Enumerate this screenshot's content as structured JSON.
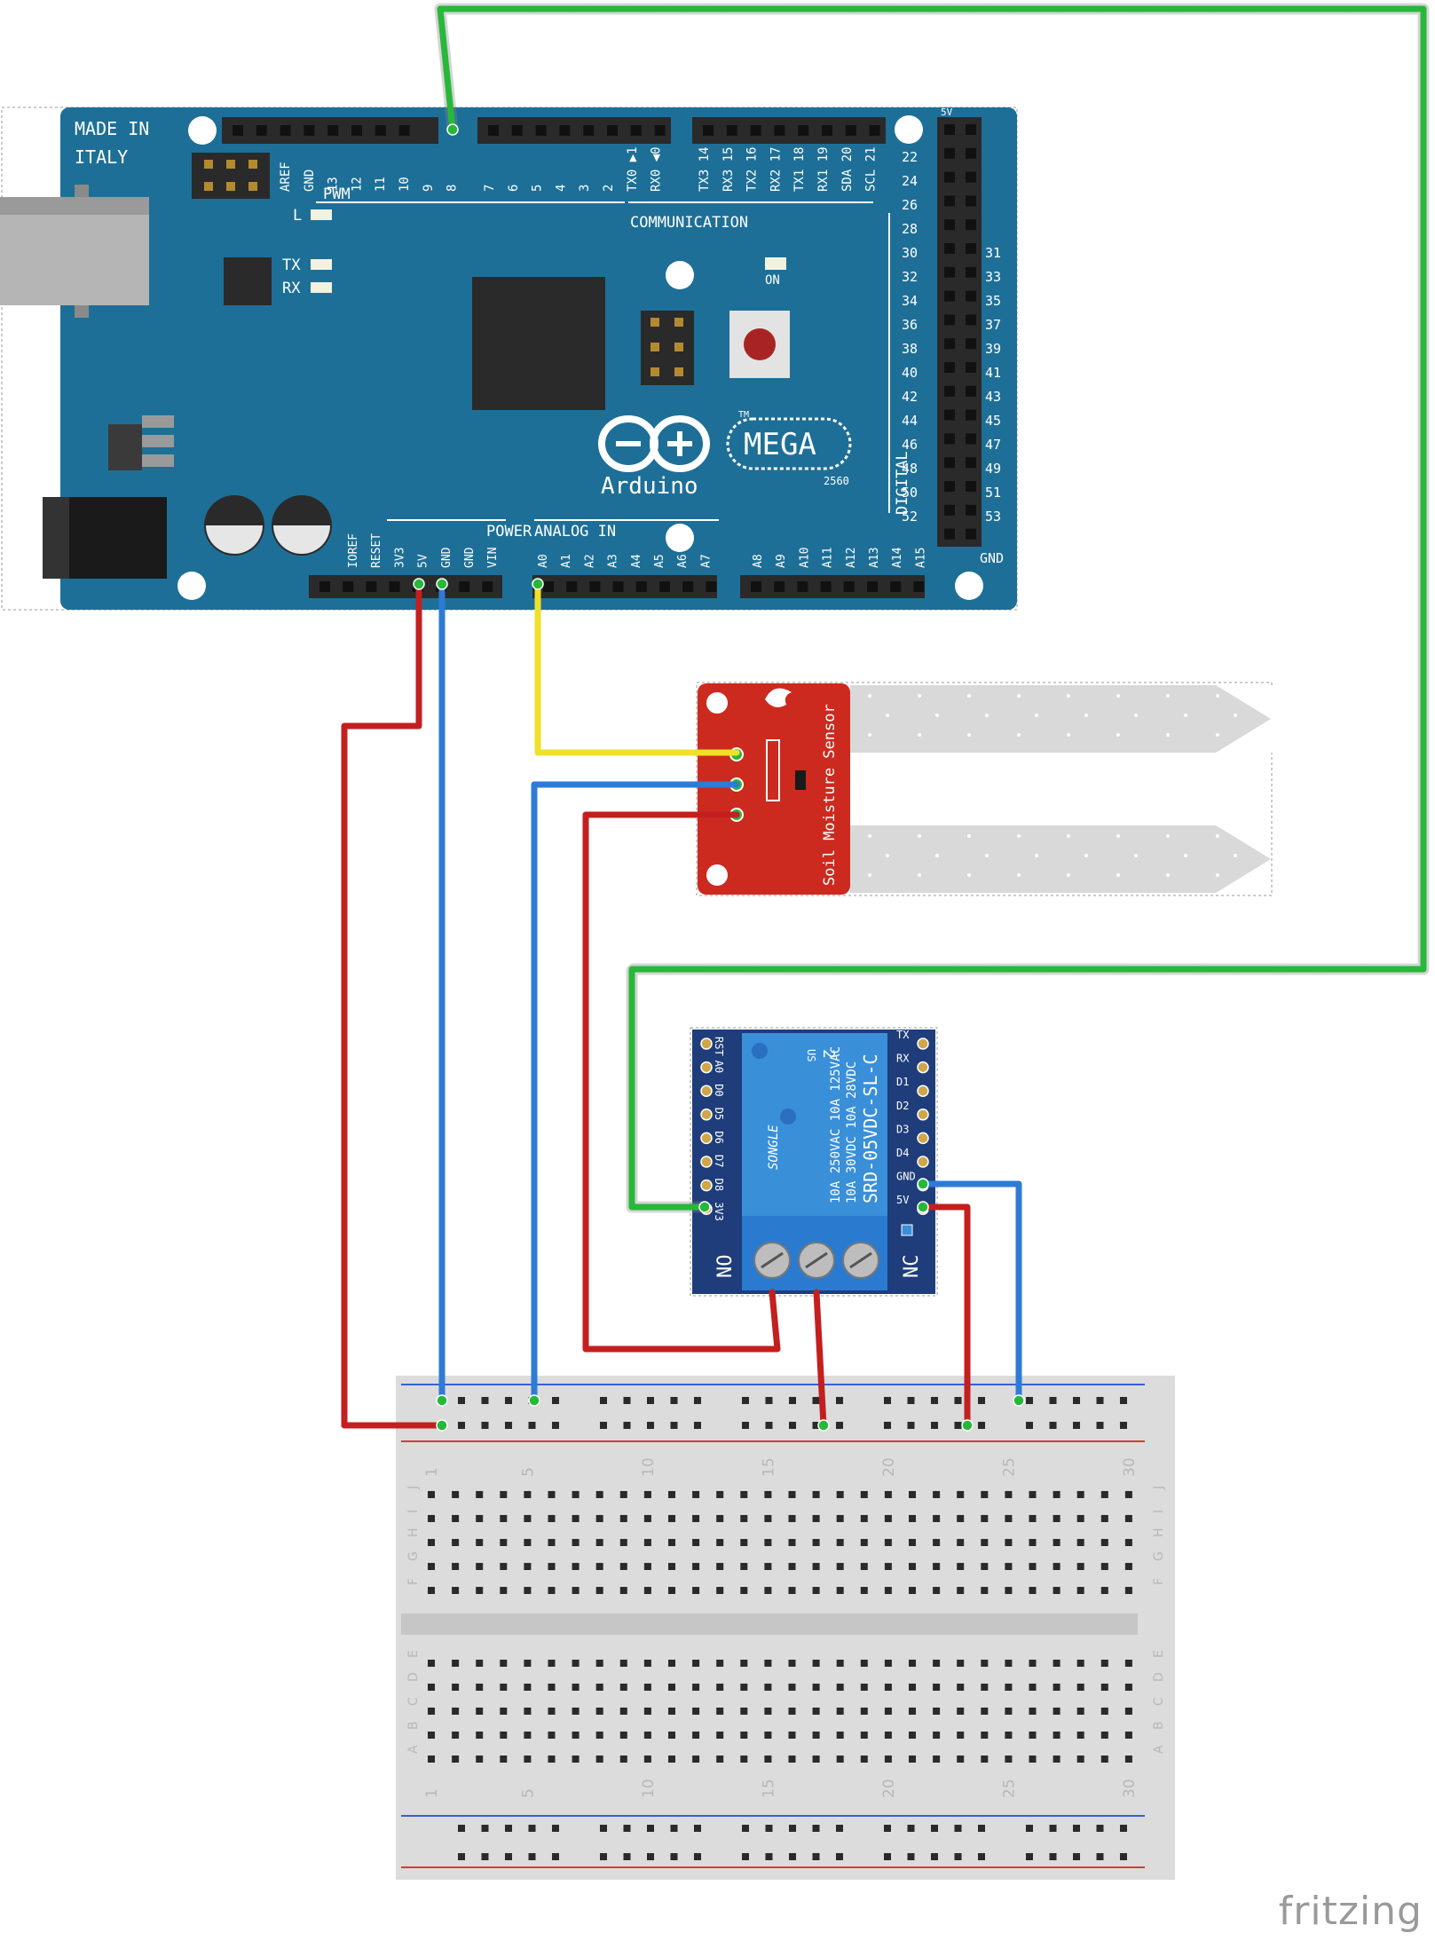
{
  "arduino": {
    "made_in": "MADE IN",
    "italy": "ITALY",
    "top_pin_labels_a": [
      "AREF",
      "GND",
      "13",
      "12",
      "11",
      "10",
      "9",
      "8"
    ],
    "top_pin_labels_b": [
      "7",
      "6",
      "5",
      "4",
      "3",
      "2",
      "TX0 ▶1",
      "RX0 ◀0"
    ],
    "top_pin_labels_c": [
      "TX3 14",
      "RX3 15",
      "TX2 16",
      "RX2 17",
      "TX1 18",
      "RX1 19",
      "SDA 20",
      "SCL 21"
    ],
    "pwm": "PWM",
    "communication": "COMMUNICATION",
    "led_l": "L",
    "led_tx": "TX",
    "led_rx": "RX",
    "on": "ON",
    "brand": "Arduino",
    "model": "MEGA",
    "model_sub": "2560",
    "tm": "TM",
    "digital": "DIGITAL",
    "digital_left": [
      "22",
      "24",
      "26",
      "28",
      "30",
      "32",
      "34",
      "36",
      "38",
      "40",
      "42",
      "44",
      "46",
      "48",
      "50",
      "52"
    ],
    "digital_right": [
      "31",
      "33",
      "35",
      "37",
      "39",
      "41",
      "43",
      "45",
      "47",
      "49",
      "51",
      "53"
    ],
    "header_5v": "5V",
    "header_gnd": "GND",
    "power": "POWER",
    "analog_in": "ANALOG IN",
    "power_pins": [
      "IOREF",
      "RESET",
      "3V3",
      "5V",
      "GND",
      "GND",
      "VIN"
    ],
    "analog_pins_a": [
      "A0",
      "A1",
      "A2",
      "A3",
      "A4",
      "A5",
      "A6",
      "A7"
    ],
    "analog_pins_b": [
      "A8",
      "A9",
      "A10",
      "A11",
      "A12",
      "A13",
      "A14",
      "A15"
    ]
  },
  "sensor": {
    "label": "Soil Moisture Sensor"
  },
  "relay": {
    "left_pins": [
      "RST",
      "A0",
      "D0",
      "D5",
      "D6",
      "D7",
      "D8",
      "3V3"
    ],
    "right_pins": [
      "TX",
      "RX",
      "D1",
      "D2",
      "D3",
      "D4",
      "GND",
      "5V"
    ],
    "brand": "SONGLE",
    "model": "SRD-05VDC-SL-C",
    "rating_1": "10A 250VAC  10A 125VAC",
    "rating_2": "10A  30VDC  10A  28VDC",
    "no": "NO",
    "nc": "NC",
    "us": "US",
    "two": "2"
  },
  "breadboard": {
    "col_numbers": [
      "1",
      "5",
      "10",
      "15",
      "20",
      "25",
      "30"
    ],
    "rows_top": [
      "J",
      "I",
      "H",
      "G",
      "F"
    ],
    "rows_bottom": [
      "E",
      "D",
      "C",
      "B",
      "A"
    ]
  },
  "wires": {
    "red": "#c41f1f",
    "blue": "#2e7bd6",
    "yellow": "#f0e02a",
    "green": "#27b83a"
  },
  "watermark": "fritzing"
}
